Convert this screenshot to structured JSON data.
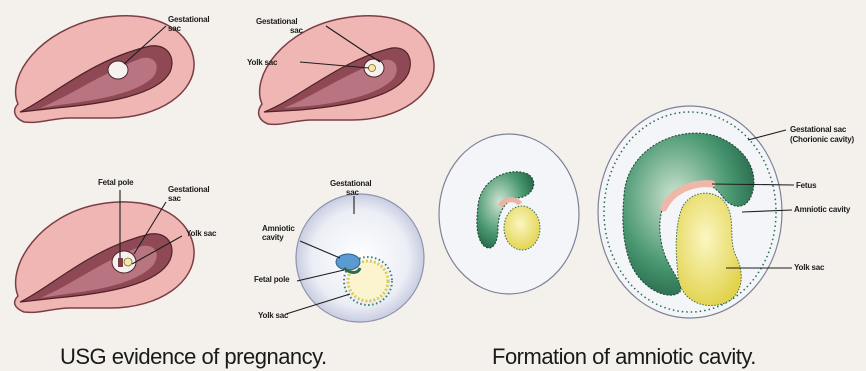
{
  "colors": {
    "background": "#f4f1ec",
    "uterus_outer": "#f0b6b3",
    "uterus_wall": "#8f4954",
    "uterus_cavity": "#b87581",
    "gestational_sac_fill": "#eef0f6",
    "amniotic_cavity": "#5b9ad0",
    "embryo_green": "#2f7a56",
    "yolk_sac": "#e6dc62",
    "fetus_pink": "#efb7a8"
  },
  "left_panel": {
    "caption": "USG evidence of pregnancy.",
    "diagram1": {
      "gestational_sac": [
        "Gestational",
        "sac"
      ]
    },
    "diagram2": {
      "gestational_sac": [
        "Gestational",
        "sac"
      ],
      "yolk_sac": "Yolk sac"
    },
    "diagram3": {
      "fetal_pole": "Fetal pole",
      "gestational_sac": [
        "Gestational",
        "sac"
      ],
      "yolk_sac": "Yolk sac"
    },
    "diagram4": {
      "gestational_sac": [
        "Gestational",
        "sac"
      ],
      "amniotic_cavity": [
        "Amniotic",
        "cavity"
      ],
      "fetal_pole": "Fetal pole",
      "yolk_sac": "Yolk sac"
    }
  },
  "right_panel": {
    "caption": "Formation of amniotic cavity.",
    "labels": {
      "gestational_sac": [
        "Gestational sac",
        "(Chorionic cavity)"
      ],
      "fetus": "Fetus",
      "amniotic_cavity": "Amniotic cavity",
      "yolk_sac": "Yolk sac"
    }
  }
}
